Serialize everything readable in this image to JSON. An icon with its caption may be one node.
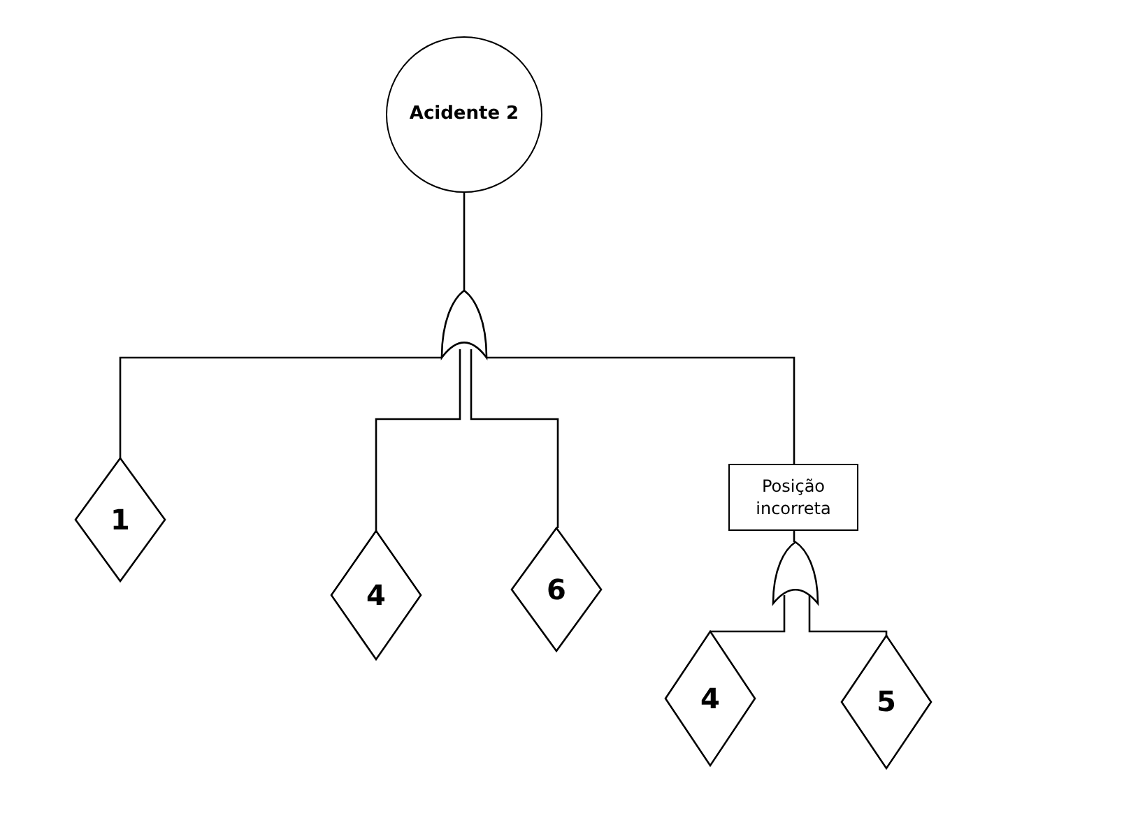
{
  "diagram": {
    "nodes": [
      {
        "text": [
          "Acidente 2"
        ]
      },
      {
        "text": [],
        "shape": "gate"
      },
      {
        "text": [
          "1"
        ]
      },
      {
        "text": [
          "4"
        ]
      },
      {
        "text": [
          "6"
        ]
      },
      {
        "text": [
          "Posição incorreta"
        ]
      },
      {
        "text": [],
        "shape": "gate"
      },
      {
        "text": [
          "4"
        ]
      },
      {
        "text": [
          "5"
        ]
      }
    ],
    "edges": [
      {
        "from": 0,
        "to": 1,
        "arrow": "none"
      },
      {
        "from": 1,
        "to": 2,
        "arrow": "none"
      },
      {
        "from": 1,
        "to": 3,
        "arrow": "none"
      },
      {
        "from": 1,
        "to": 4,
        "arrow": "none"
      },
      {
        "from": 1,
        "to": 5,
        "arrow": "none"
      },
      {
        "from": 5,
        "to": 6,
        "arrow": "none"
      },
      {
        "from": 6,
        "to": 7,
        "arrow": "none"
      },
      {
        "from": 6,
        "to": 8,
        "arrow": "none"
      }
    ]
  }
}
